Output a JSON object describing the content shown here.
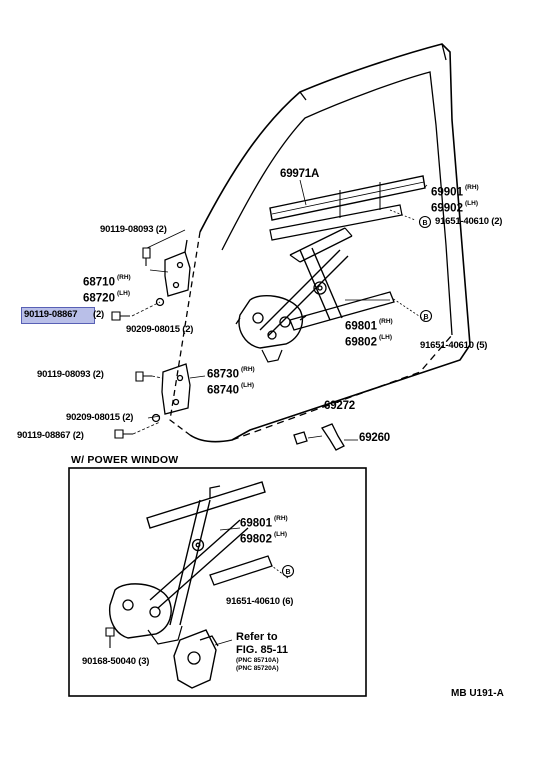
{
  "diagram_code": "MB  U191-A",
  "inset": {
    "title": "W/ POWER  WINDOW",
    "refer_label": "Refer to",
    "fig_label": "FIG. 85-11",
    "pnc_1": "(PNC 85710A)",
    "pnc_2": "(PNC 85720A)"
  },
  "parts": {
    "p69971A": "69971A",
    "p69901": "69901",
    "p69902": "69902",
    "rh": "(RH)",
    "lh": "(LH)",
    "p91651_top": "91651-40610 (2)",
    "p90119_08093_top": "90119-08093 (2)",
    "p68710": "68710",
    "p68720": "68720",
    "p90119_08867_hl": "90119-08867",
    "p90119_08867_hl_qty": "(2)",
    "p90209_08015_top": "90209-08015 (2)",
    "p69801": "69801",
    "p69802": "69802",
    "p91651_mid": "91651-40610 (5)",
    "p90119_08093_mid": "90119-08093 (2)",
    "p68730": "68730",
    "p68740": "68740",
    "p69272": "69272",
    "p90209_08015_bot": "90209-08015 (2)",
    "p69260": "69260",
    "p90119_08867_bot": "90119-08867 (2)",
    "p69801_inset": "69801",
    "p69802_inset": "69802",
    "p91651_inset": "91651-40610 (6)",
    "p90168": "90168-50040 (3)"
  },
  "colors": {
    "highlight": "#b9bfe8",
    "highlight_border": "#5860b5",
    "ink": "#000000"
  }
}
